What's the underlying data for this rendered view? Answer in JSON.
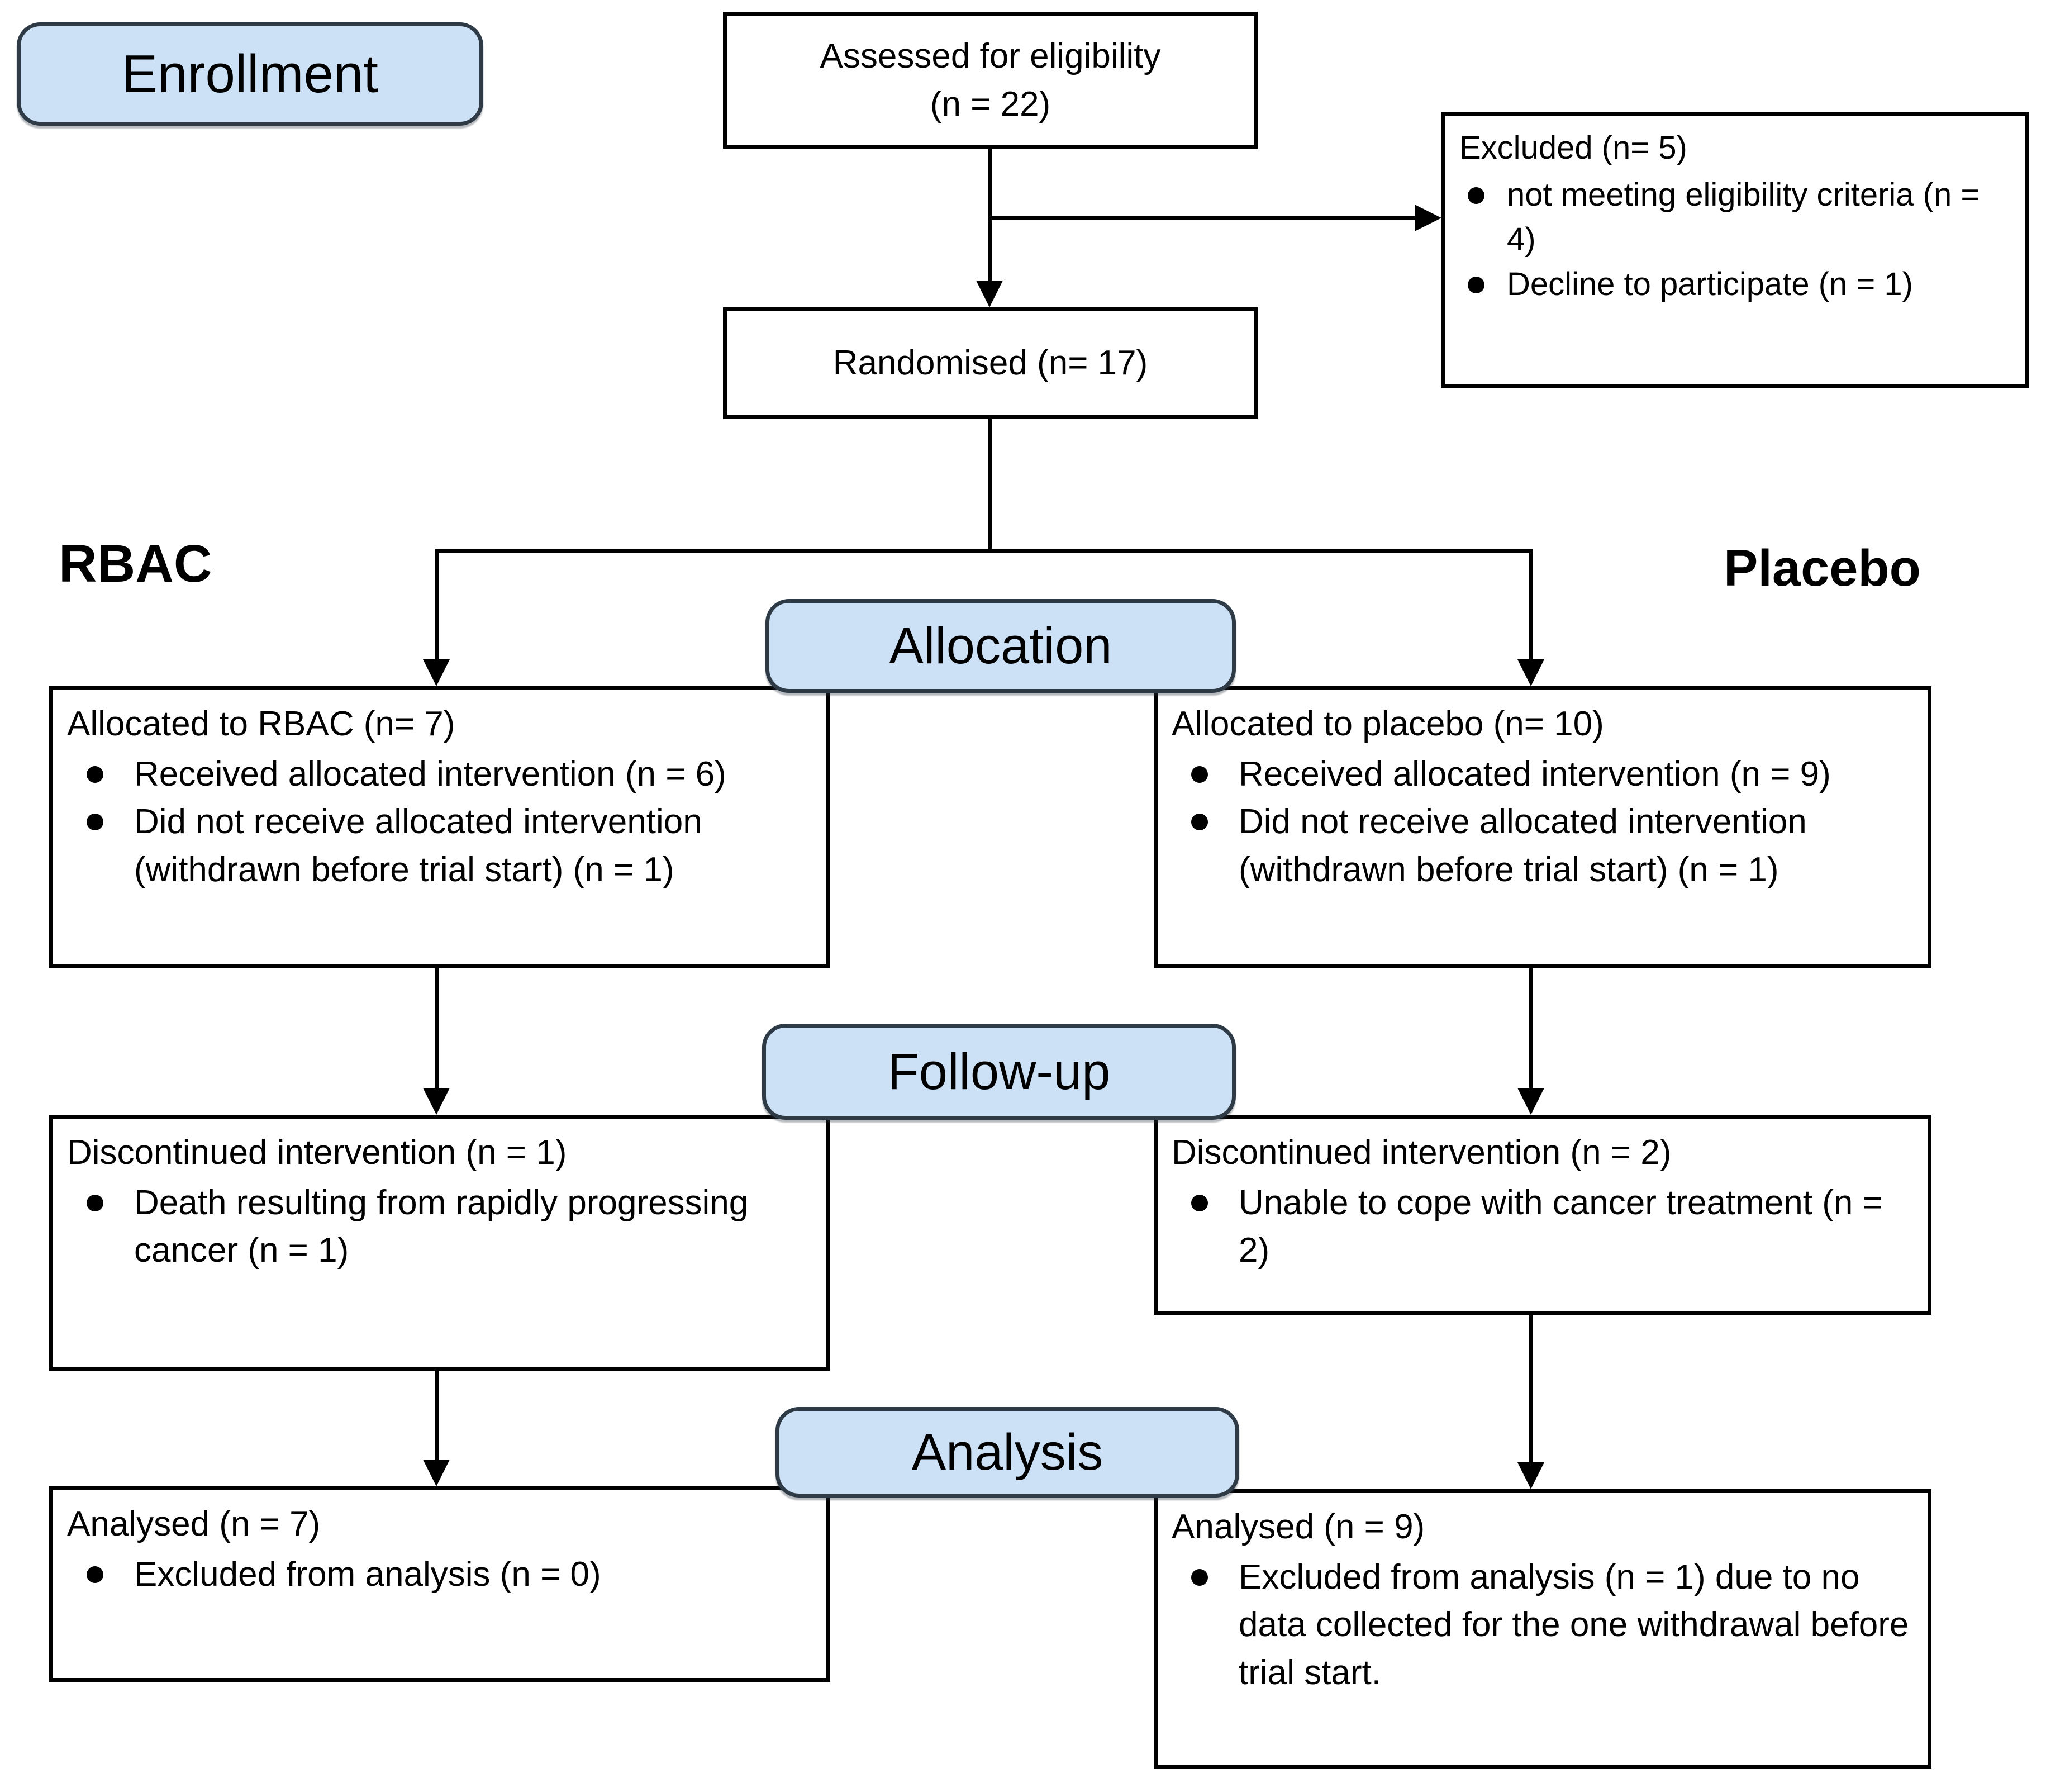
{
  "diagram": {
    "stages": {
      "enrollment": "Enrollment",
      "allocation": "Allocation",
      "followup": "Follow-up",
      "analysis": "Analysis"
    },
    "arms": {
      "left": "RBAC",
      "right": "Placebo"
    },
    "boxes": {
      "assessed": {
        "line1": "Assessed for eligibility",
        "line2": "(n = 22)"
      },
      "excluded": {
        "title": "Excluded (n= 5)",
        "bullets": [
          "not meeting eligibility criteria (n = 4)",
          "Decline to participate (n = 1)"
        ]
      },
      "randomised": {
        "title": "Randomised (n= 17)"
      },
      "alloc_left": {
        "title": "Allocated to RBAC (n= 7)",
        "bullets": [
          "Received allocated intervention (n = 6)",
          "Did not receive allocated intervention (withdrawn before trial start) (n = 1)"
        ]
      },
      "alloc_right": {
        "title": "Allocated to placebo (n= 10)",
        "bullets": [
          "Received allocated intervention (n = 9)",
          "Did not receive allocated intervention (withdrawn before trial start) (n = 1)"
        ]
      },
      "follow_left": {
        "title": "Discontinued intervention (n = 1)",
        "bullets": [
          "Death resulting from rapidly progressing cancer  (n = 1)"
        ]
      },
      "follow_right": {
        "title": "Discontinued intervention (n = 2)",
        "bullets": [
          "Unable to cope with cancer treatment (n = 2)"
        ]
      },
      "analysis_left": {
        "title": "Analysed (n = 7)",
        "bullets": [
          "Excluded from analysis (n = 0)"
        ]
      },
      "analysis_right": {
        "title": "Analysed (n = 9)",
        "bullets": [
          "Excluded from analysis (n = 1) due to no data collected for the one withdrawal before trial start."
        ]
      }
    },
    "colors": {
      "stage_fill": "#cde1f6",
      "stage_border": "#2e3b47",
      "box_border": "#000000",
      "line": "#000000",
      "text": "#000000"
    }
  }
}
